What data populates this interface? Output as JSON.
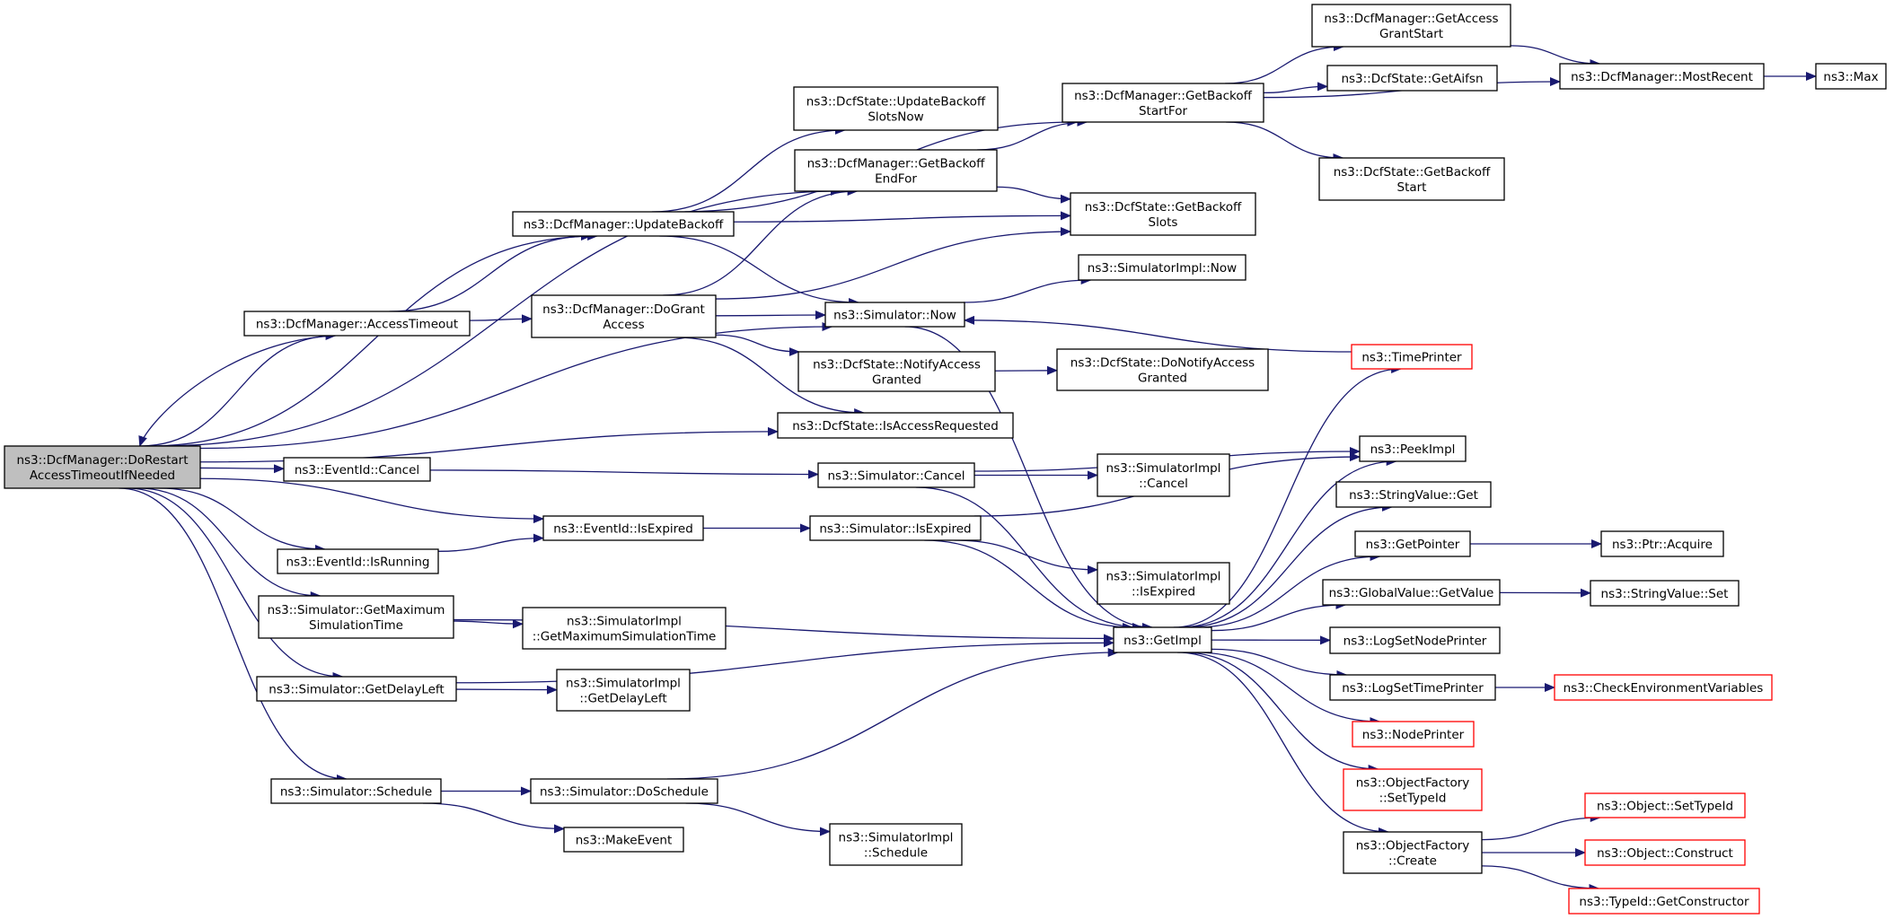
{
  "graph": {
    "nodes": {
      "root": {
        "lines": [
          "ns3::DcfManager::DoRestart",
          "AccessTimeoutIfNeeded"
        ],
        "style": "root"
      },
      "accessTimeout": {
        "lines": [
          "ns3::DcfManager::AccessTimeout"
        ]
      },
      "updateBackoff": {
        "lines": [
          "ns3::DcfManager::UpdateBackoff"
        ]
      },
      "doGrantAccess": {
        "lines": [
          "ns3::DcfManager::DoGrant",
          "Access"
        ]
      },
      "updateBackoffSlotsNow": {
        "lines": [
          "ns3::DcfState::UpdateBackoff",
          "SlotsNow"
        ]
      },
      "getBackoffEndFor": {
        "lines": [
          "ns3::DcfManager::GetBackoff",
          "EndFor"
        ]
      },
      "getBackoffStartFor": {
        "lines": [
          "ns3::DcfManager::GetBackoff",
          "StartFor"
        ]
      },
      "getAccessGrantStart": {
        "lines": [
          "ns3::DcfManager::GetAccess",
          "GrantStart"
        ]
      },
      "getAifsn": {
        "lines": [
          "ns3::DcfState::GetAifsn"
        ]
      },
      "mostRecent": {
        "lines": [
          "ns3::DcfManager::MostRecent"
        ]
      },
      "max": {
        "lines": [
          "ns3::Max"
        ]
      },
      "getBackoffStart": {
        "lines": [
          "ns3::DcfState::GetBackoff",
          "Start"
        ]
      },
      "getBackoffSlots": {
        "lines": [
          "ns3::DcfState::GetBackoff",
          "Slots"
        ]
      },
      "simImplNow": {
        "lines": [
          "ns3::SimulatorImpl::Now"
        ]
      },
      "simNow": {
        "lines": [
          "ns3::Simulator::Now"
        ]
      },
      "timePrinter": {
        "lines": [
          "ns3::TimePrinter"
        ],
        "style": "trunc"
      },
      "notifyAccessGranted": {
        "lines": [
          "ns3::DcfState::NotifyAccess",
          "Granted"
        ]
      },
      "doNotifyAccessGranted": {
        "lines": [
          "ns3::DcfState::DoNotifyAccess",
          "Granted"
        ]
      },
      "isAccessRequested": {
        "lines": [
          "ns3::DcfState::IsAccessRequested"
        ]
      },
      "eventCancel": {
        "lines": [
          "ns3::EventId::Cancel"
        ]
      },
      "simCancel": {
        "lines": [
          "ns3::Simulator::Cancel"
        ]
      },
      "simImplCancel": {
        "lines": [
          "ns3::SimulatorImpl",
          "::Cancel"
        ]
      },
      "peekImpl": {
        "lines": [
          "ns3::PeekImpl"
        ]
      },
      "stringValueGet": {
        "lines": [
          "ns3::StringValue::Get"
        ]
      },
      "eventIsExpired": {
        "lines": [
          "ns3::EventId::IsExpired"
        ]
      },
      "simIsExpired": {
        "lines": [
          "ns3::Simulator::IsExpired"
        ]
      },
      "getPointer": {
        "lines": [
          "ns3::GetPointer"
        ]
      },
      "ptrAcquire": {
        "lines": [
          "ns3::Ptr::Acquire"
        ]
      },
      "eventIsRunning": {
        "lines": [
          "ns3::EventId::IsRunning"
        ]
      },
      "simImplIsExpired": {
        "lines": [
          "ns3::SimulatorImpl",
          "::IsExpired"
        ]
      },
      "globalGetValue": {
        "lines": [
          "ns3::GlobalValue::GetValue"
        ]
      },
      "stringValueSet": {
        "lines": [
          "ns3::StringValue::Set"
        ]
      },
      "simGetMaxTime": {
        "lines": [
          "ns3::Simulator::GetMaximum",
          "SimulationTime"
        ]
      },
      "simImplGetMaxTime": {
        "lines": [
          "ns3::SimulatorImpl",
          "::GetMaximumSimulationTime"
        ]
      },
      "getImpl": {
        "lines": [
          "ns3::GetImpl"
        ]
      },
      "logSetNodePrinter": {
        "lines": [
          "ns3::LogSetNodePrinter"
        ]
      },
      "simGetDelayLeft": {
        "lines": [
          "ns3::Simulator::GetDelayLeft"
        ]
      },
      "simImplGetDelayLeft": {
        "lines": [
          "ns3::SimulatorImpl",
          "::GetDelayLeft"
        ]
      },
      "logSetTimePrinter": {
        "lines": [
          "ns3::LogSetTimePrinter"
        ]
      },
      "checkEnvVars": {
        "lines": [
          "ns3::CheckEnvironmentVariables"
        ],
        "style": "trunc"
      },
      "nodePrinter": {
        "lines": [
          "ns3::NodePrinter"
        ],
        "style": "trunc"
      },
      "objFactorySetTypeId": {
        "lines": [
          "ns3::ObjectFactory",
          "::SetTypeId"
        ],
        "style": "trunc"
      },
      "simSchedule": {
        "lines": [
          "ns3::Simulator::Schedule"
        ]
      },
      "simDoSchedule": {
        "lines": [
          "ns3::Simulator::DoSchedule"
        ]
      },
      "makeEvent": {
        "lines": [
          "ns3::MakeEvent"
        ]
      },
      "simImplSchedule": {
        "lines": [
          "ns3::SimulatorImpl",
          "::Schedule"
        ]
      },
      "objectSetTypeId": {
        "lines": [
          "ns3::Object::SetTypeId"
        ],
        "style": "trunc"
      },
      "objFactoryCreate": {
        "lines": [
          "ns3::ObjectFactory",
          "::Create"
        ]
      },
      "objectConstruct": {
        "lines": [
          "ns3::Object::Construct"
        ],
        "style": "trunc"
      },
      "typeIdGetConstructor": {
        "lines": [
          "ns3::TypeId::GetConstructor"
        ],
        "style": "trunc"
      }
    },
    "edges": [
      [
        "root",
        "accessTimeout"
      ],
      [
        "root",
        "updateBackoff"
      ],
      [
        "root",
        "getBackoffEndFor"
      ],
      [
        "root",
        "simNow"
      ],
      [
        "root",
        "isAccessRequested"
      ],
      [
        "root",
        "eventCancel"
      ],
      [
        "root",
        "eventIsExpired"
      ],
      [
        "root",
        "eventIsRunning"
      ],
      [
        "root",
        "simGetMaxTime"
      ],
      [
        "root",
        "simGetDelayLeft"
      ],
      [
        "root",
        "simSchedule"
      ],
      [
        "accessTimeout",
        "updateBackoff"
      ],
      [
        "accessTimeout",
        "doGrantAccess"
      ],
      [
        "accessTimeout",
        "root"
      ],
      [
        "updateBackoff",
        "getBackoffStartFor"
      ],
      [
        "updateBackoff",
        "updateBackoffSlotsNow"
      ],
      [
        "updateBackoff",
        "getBackoffSlots"
      ],
      [
        "updateBackoff",
        "simNow"
      ],
      [
        "doGrantAccess",
        "getBackoffEndFor"
      ],
      [
        "doGrantAccess",
        "getBackoffSlots"
      ],
      [
        "doGrantAccess",
        "simNow"
      ],
      [
        "doGrantAccess",
        "notifyAccessGranted"
      ],
      [
        "doGrantAccess",
        "isAccessRequested"
      ],
      [
        "getBackoffEndFor",
        "getBackoffStartFor"
      ],
      [
        "getBackoffEndFor",
        "getBackoffSlots"
      ],
      [
        "getBackoffStartFor",
        "getAccessGrantStart"
      ],
      [
        "getBackoffStartFor",
        "getAifsn"
      ],
      [
        "getBackoffStartFor",
        "mostRecent"
      ],
      [
        "getBackoffStartFor",
        "getBackoffStart"
      ],
      [
        "getAccessGrantStart",
        "mostRecent"
      ],
      [
        "mostRecent",
        "max"
      ],
      [
        "simNow",
        "simImplNow"
      ],
      [
        "simNow",
        "getImpl"
      ],
      [
        "timePrinter",
        "simNow"
      ],
      [
        "notifyAccessGranted",
        "doNotifyAccessGranted"
      ],
      [
        "eventCancel",
        "simCancel"
      ],
      [
        "simCancel",
        "peekImpl"
      ],
      [
        "simCancel",
        "simImplCancel"
      ],
      [
        "simCancel",
        "getImpl"
      ],
      [
        "eventIsRunning",
        "eventIsExpired"
      ],
      [
        "eventIsExpired",
        "simIsExpired"
      ],
      [
        "simIsExpired",
        "peekImpl"
      ],
      [
        "simIsExpired",
        "simImplIsExpired"
      ],
      [
        "simIsExpired",
        "getImpl"
      ],
      [
        "simGetMaxTime",
        "simImplGetMaxTime"
      ],
      [
        "simGetMaxTime",
        "getImpl"
      ],
      [
        "simGetDelayLeft",
        "simImplGetDelayLeft"
      ],
      [
        "simGetDelayLeft",
        "getImpl"
      ],
      [
        "simSchedule",
        "simDoSchedule"
      ],
      [
        "simSchedule",
        "makeEvent"
      ],
      [
        "simDoSchedule",
        "simImplSchedule"
      ],
      [
        "simDoSchedule",
        "getImpl"
      ],
      [
        "getImpl",
        "timePrinter"
      ],
      [
        "getImpl",
        "peekImpl"
      ],
      [
        "getImpl",
        "stringValueGet"
      ],
      [
        "getImpl",
        "getPointer"
      ],
      [
        "getImpl",
        "globalGetValue"
      ],
      [
        "getImpl",
        "logSetNodePrinter"
      ],
      [
        "getImpl",
        "logSetTimePrinter"
      ],
      [
        "getImpl",
        "nodePrinter"
      ],
      [
        "getImpl",
        "objFactorySetTypeId"
      ],
      [
        "getImpl",
        "objFactoryCreate"
      ],
      [
        "getPointer",
        "ptrAcquire"
      ],
      [
        "globalGetValue",
        "stringValueSet"
      ],
      [
        "logSetTimePrinter",
        "checkEnvVars"
      ],
      [
        "objFactoryCreate",
        "objectSetTypeId"
      ],
      [
        "objFactoryCreate",
        "objectConstruct"
      ],
      [
        "objFactoryCreate",
        "typeIdGetConstructor"
      ]
    ],
    "colors": {
      "edge": "#191970",
      "root_fill": "#bfbfbf",
      "truncated_border": "#ff0000"
    }
  }
}
